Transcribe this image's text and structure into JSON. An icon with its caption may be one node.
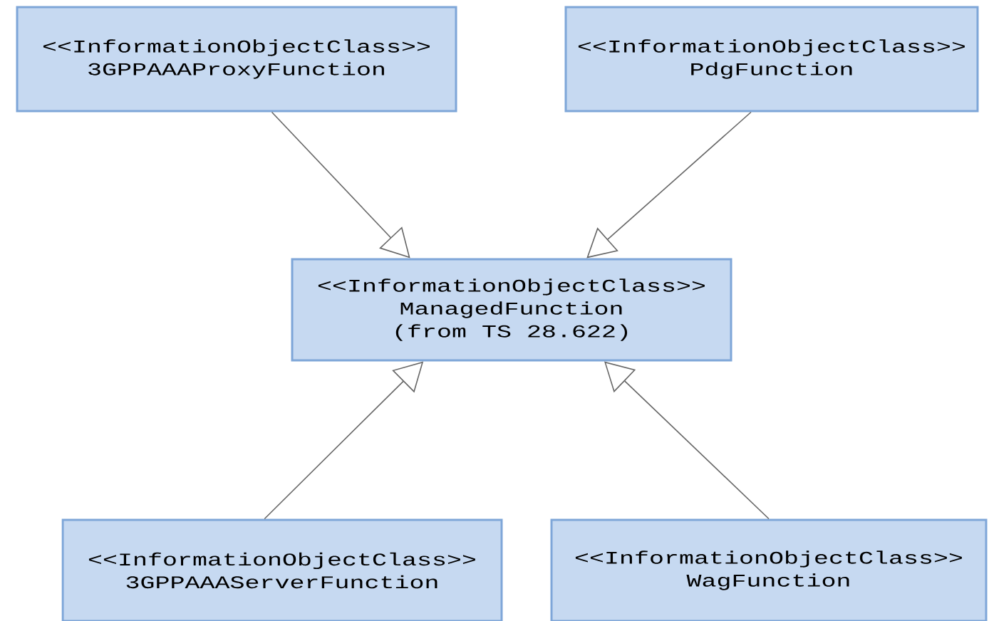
{
  "diagram": {
    "nodes": [
      {
        "text": [
          "<<InformationObjectClass>>",
          "3GPPAAAProxyFunction"
        ]
      },
      {
        "text": [
          "<<InformationObjectClass>>",
          "PdgFunction"
        ]
      },
      {
        "text": [
          "<<InformationObjectClass>>",
          "ManagedFunction",
          "(from TS 28.622)"
        ]
      },
      {
        "text": [
          "<<InformationObjectClass>>",
          "3GPPAAAServerFunction"
        ]
      },
      {
        "text": [
          "<<InformationObjectClass>>",
          "WagFunction"
        ]
      }
    ],
    "edges": [
      {
        "from": 0,
        "to": 2,
        "arrow": "to"
      },
      {
        "from": 1,
        "to": 2,
        "arrow": "to"
      },
      {
        "from": 3,
        "to": 2,
        "arrow": "to"
      },
      {
        "from": 4,
        "to": 2,
        "arrow": "to"
      }
    ]
  }
}
